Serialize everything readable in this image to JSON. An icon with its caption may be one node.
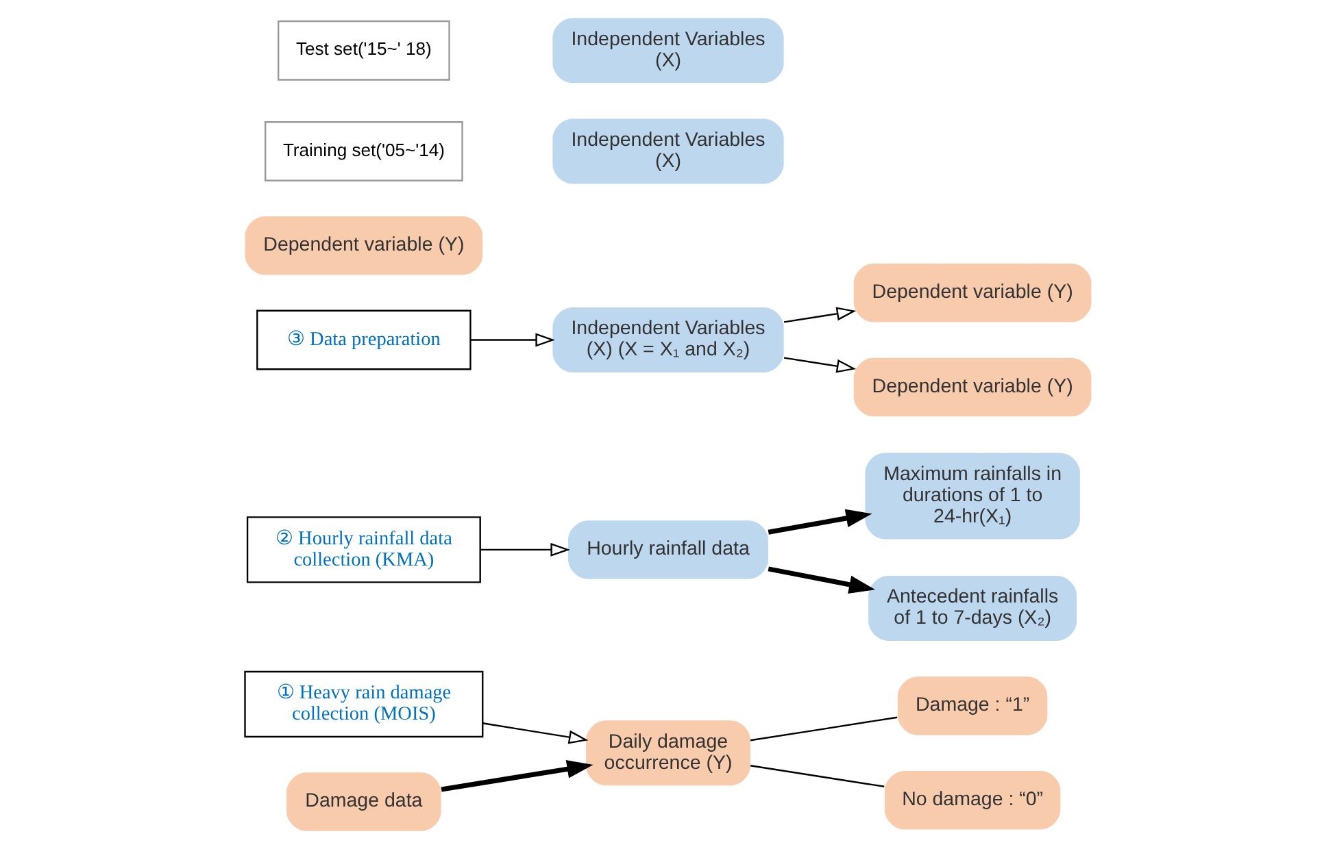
{
  "diagram": {
    "nodes": [
      {
        "text": [
          "① Heavy rain damage collection (MOIS)"
        ]
      },
      {
        "text": [
          "Damage data"
        ]
      },
      {
        "text": [
          "Daily damage occurrence (Y)"
        ]
      },
      {
        "text": [
          "Damage : “1”"
        ]
      },
      {
        "text": [
          "No damage : “0”"
        ]
      },
      {
        "text": [
          "② Hourly rainfall data collection (KMA)"
        ]
      },
      {
        "text": [
          "Hourly rainfall data"
        ]
      },
      {
        "text": [
          "Maximum rainfalls in durations of 1 to 24-hr(X₁)"
        ]
      },
      {
        "text": [
          "Antecedent rainfalls of 1 to 7-days (X₂)"
        ]
      },
      {
        "text": [
          "③ Data preparation"
        ]
      },
      {
        "text": [
          "Dependent variable (Y)"
        ]
      },
      {
        "text": [
          "Independent Variables (X) (X = X₁ and X₂)"
        ]
      },
      {
        "text": [
          "Training set('05~'14)"
        ]
      },
      {
        "text": [
          "Dependent variable (Y)"
        ]
      },
      {
        "text": [
          "Independent Variables (X)"
        ]
      },
      {
        "text": [
          "Test set('15~' 18)"
        ]
      },
      {
        "text": [
          "Dependent variable (Y)"
        ]
      },
      {
        "text": [
          "Independent Variables (X)"
        ]
      }
    ],
    "edges": [
      {
        "from": 0,
        "to": 2,
        "arrow": "to"
      },
      {
        "from": 1,
        "to": 2,
        "arrow": "to",
        "style": "thick"
      },
      {
        "from": 2,
        "to": 3,
        "arrow": "none"
      },
      {
        "from": 2,
        "to": 4,
        "arrow": "none"
      },
      {
        "from": 5,
        "to": 6,
        "arrow": "to"
      },
      {
        "from": 6,
        "to": 7,
        "arrow": "to",
        "style": "thick"
      },
      {
        "from": 6,
        "to": 8,
        "arrow": "to",
        "style": "thick"
      },
      {
        "from": 9,
        "to": 11,
        "arrow": "to"
      },
      {
        "from": 11,
        "to": 13,
        "arrow": "to"
      },
      {
        "from": 11,
        "to": 16,
        "arrow": "to"
      }
    ]
  }
}
